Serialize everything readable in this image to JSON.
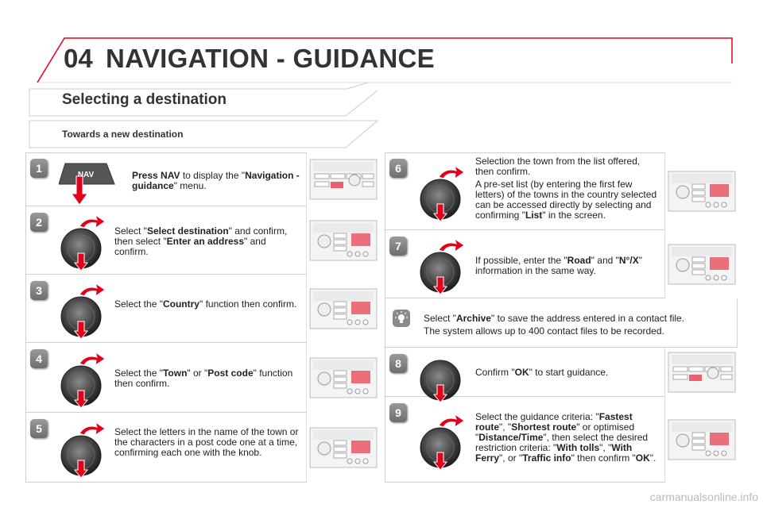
{
  "header": {
    "chapter_number": "04",
    "chapter_title": "NAVIGATION - GUIDANCE"
  },
  "section_title": "Selecting a destination",
  "sub_title": "Towards a new destination",
  "nav_button_label": "NAV",
  "steps": [
    {
      "number": "1",
      "parts": [
        [
          "b",
          "Press NAV"
        ],
        [
          "t",
          " to display the \""
        ],
        [
          "b",
          "Navigation - guidance"
        ],
        [
          "t",
          "\" menu."
        ]
      ]
    },
    {
      "number": "2",
      "parts": [
        [
          "t",
          "Select \""
        ],
        [
          "b",
          "Select destination"
        ],
        [
          "t",
          "\" and confirm, then select \""
        ],
        [
          "b",
          "Enter an address"
        ],
        [
          "t",
          "\" and confirm."
        ]
      ]
    },
    {
      "number": "3",
      "parts": [
        [
          "t",
          "Select the \""
        ],
        [
          "b",
          "Country"
        ],
        [
          "t",
          "\" function then confirm."
        ]
      ]
    },
    {
      "number": "4",
      "parts": [
        [
          "t",
          "Select the \""
        ],
        [
          "b",
          "Town"
        ],
        [
          "t",
          "\" or \""
        ],
        [
          "b",
          "Post code"
        ],
        [
          "t",
          "\" function then confirm."
        ]
      ]
    },
    {
      "number": "5",
      "parts": [
        [
          "t",
          "Select the letters in the name of the town or the characters in a post code one at a time, confirming each one with the knob."
        ]
      ]
    },
    {
      "number": "6",
      "parts": [
        [
          "t",
          "Selection the town from the list offered, then confirm."
        ]
      ],
      "parts2": [
        [
          "t",
          "A pre-set list (by entering the first few letters) of the towns in the country selected can be accessed directly by selecting and confirming \""
        ],
        [
          "b",
          "List"
        ],
        [
          "t",
          "\" in the screen."
        ]
      ]
    },
    {
      "number": "7",
      "parts": [
        [
          "t",
          "If possible, enter the \""
        ],
        [
          "b",
          "Road"
        ],
        [
          "t",
          "\" and \""
        ],
        [
          "b",
          "N°/X"
        ],
        [
          "t",
          "\" information in the same way."
        ]
      ]
    },
    {
      "number": "tip",
      "parts": [
        [
          "t",
          "Select \""
        ],
        [
          "b",
          "Archive"
        ],
        [
          "t",
          "\" to save the address entered in a contact file."
        ]
      ],
      "parts2": [
        [
          "t",
          "The system allows up to 400 contact files to be recorded."
        ]
      ]
    },
    {
      "number": "8",
      "parts": [
        [
          "t",
          "Confirm \""
        ],
        [
          "b",
          "OK"
        ],
        [
          "t",
          "\" to start guidance."
        ]
      ]
    },
    {
      "number": "9",
      "parts": [
        [
          "t",
          "Select the guidance criteria: \""
        ],
        [
          "b",
          "Fastest route"
        ],
        [
          "t",
          "\", \""
        ],
        [
          "b",
          "Shortest route"
        ],
        [
          "t",
          "\" or optimised \""
        ],
        [
          "b",
          "Distance/Time"
        ],
        [
          "t",
          "\", then select the desired restriction criteria: \""
        ],
        [
          "b",
          "With tolls"
        ],
        [
          "t",
          "\", \""
        ],
        [
          "b",
          "With Ferry"
        ],
        [
          "t",
          "\", or \""
        ],
        [
          "b",
          "Traffic info"
        ],
        [
          "t",
          "\" then confirm \""
        ],
        [
          "b",
          "OK"
        ],
        [
          "t",
          "\"."
        ]
      ]
    }
  ],
  "footer": "carmanualsonline.info",
  "colors": {
    "accent": "#e3001b",
    "badge": "#7a7a7a",
    "frame": "#cfcfcf"
  }
}
